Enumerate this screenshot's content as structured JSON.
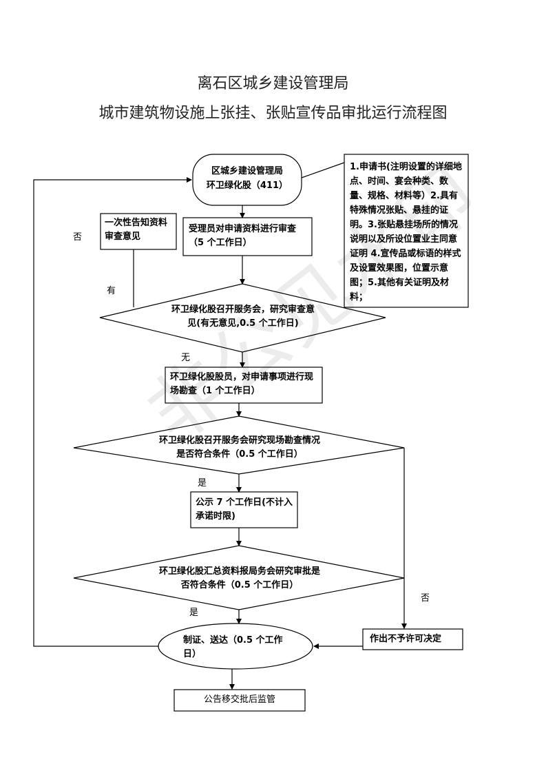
{
  "header": {
    "title": "离石区城乡建设管理局",
    "subtitle": "城市建筑物设施上张挂、张贴宣传品审批运行流程图"
  },
  "nodes": {
    "start_line1": "区城乡建设管理局",
    "start_line2": "环卫绿化股（411）",
    "side_note": "一次性告知资料审查意见",
    "review": "受理员对申请资料进行审查（5 个工作日）",
    "meeting1": "环卫绿化股召开服务会，研究审查意见(有无意见,0.5 个工作日)",
    "site_survey": "环卫绿化股股员，对申请事项进行现场勘查（1 个工作日）",
    "meeting2": "环卫绿化股召开服务会研究现场勘查情况是否符合条件（0.5 个工作日）",
    "publicity": "公示 7 个工作日(不计入承诺时限)",
    "meeting3": "环卫绿化股汇总资料报局务会研究审批是否符合条件（0.5 个工作日）",
    "issue": "制证、送达（0.5 个工作日）",
    "reject": "作出不予许可决定",
    "final": "公告移交批后监管",
    "requirements": "1.申请书(注明设置的详细地点、时间、宴会种类、数量、规格、材料等）2.具有特殊情况张贴、悬挂的证明。3.张贴悬挂场所的情况说明以及所设位置业主同意证明 4.宣传品或标语的样式及设置效果图，位置示意图；5.其他有关证明及材料；"
  },
  "edge_labels": {
    "no_loop": "否",
    "yes_opinion": "有",
    "no_opinion": "无",
    "yes_match": "是",
    "yes_approved": "是",
    "no_right": "否"
  },
  "watermark": "非公见水印"
}
